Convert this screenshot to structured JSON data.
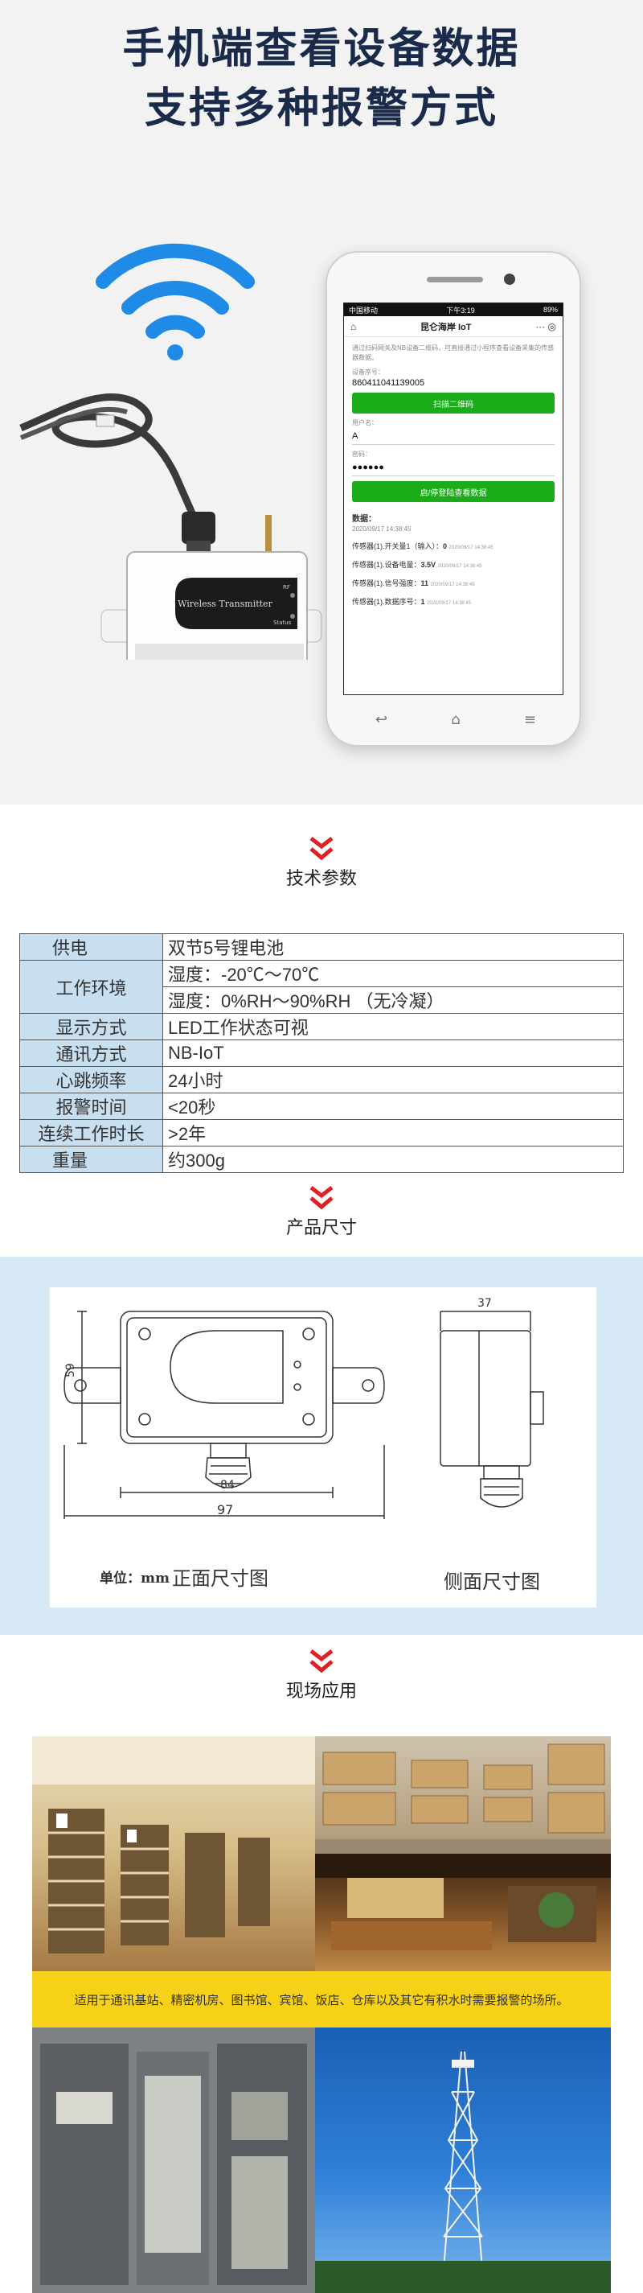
{
  "hero": {
    "title_line1": "手机端查看设备数据",
    "title_line2": "支持多种报警方式",
    "device_label_main": "Wireless Transmitter",
    "device_label_rf": "RF",
    "device_label_status": "Status"
  },
  "phone": {
    "status_left": "中国移动",
    "status_time": "下午3:19",
    "status_right": "89%",
    "app_title": "昆仑海岸 IoT",
    "hint": "通过扫码网关及NB设备二维码，可直接通过小程序查看设备采集的传感器数据。",
    "serial_label": "设备序号：",
    "serial_value": "860411041139005",
    "scan_button": "扫描二维码",
    "user_label": "用户名：",
    "user_value": "A",
    "password_label": "密码：",
    "password_value": "●●●●●●",
    "start_button": "启/停登陆查看数据",
    "data_title": "数据：",
    "data_time": "2020/09/17 14:38:45",
    "rows": [
      {
        "label": "传感器(1).开关量1（输入）：",
        "value": "0",
        "time": "2020/09/17 14:38:45"
      },
      {
        "label": "传感器(1).设备电量：",
        "value": "3.5V",
        "time": "2020/09/17 14:38:45"
      },
      {
        "label": "传感器(1).信号强度：",
        "value": "11",
        "time": "2020/09/17 14:38:45"
      },
      {
        "label": "传感器(1).数据序号：",
        "value": "1",
        "time": "2020/09/17 14:38:45"
      }
    ]
  },
  "params": {
    "title": "技术参数",
    "rows": [
      {
        "key": "供电",
        "value": "双节5号锂电池"
      },
      {
        "key": "工作环境",
        "value1": "湿度：-20℃～70℃",
        "value2": "湿度：0%RH～90%RH （无冷凝）"
      },
      {
        "key": "显示方式",
        "value": "LED工作状态可视"
      },
      {
        "key": "通讯方式",
        "value": "NB-IoT"
      },
      {
        "key": "心跳频率",
        "value": "24小时"
      },
      {
        "key": "报警时间",
        "value": "<20秒"
      },
      {
        "key": "连续工作时长",
        "value": ">2年"
      },
      {
        "key": "重量",
        "value": "约300g"
      }
    ]
  },
  "size": {
    "title": "产品尺寸",
    "dim_height": "59",
    "dim_inner_width": "84",
    "dim_width": "97",
    "dim_depth": "37",
    "unit_label": "单位：mm",
    "front_caption": "正面尺寸图",
    "side_caption": "侧面尺寸图"
  },
  "scene": {
    "title": "现场应用",
    "banner": "适用于通讯基站、精密机房、图书馆、宾馆、饭店、仓库以及其它有积水时需要报警的场所。"
  }
}
